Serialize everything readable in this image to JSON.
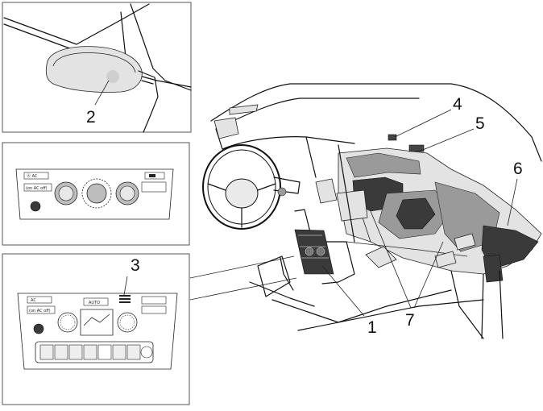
{
  "diagram": {
    "callouts": [
      {
        "id": "1",
        "label": "1"
      },
      {
        "id": "2",
        "label": "2"
      },
      {
        "id": "3",
        "label": "3"
      },
      {
        "id": "4",
        "label": "4"
      },
      {
        "id": "5",
        "label": "5"
      },
      {
        "id": "6",
        "label": "6"
      },
      {
        "id": "7",
        "label": "7"
      }
    ],
    "panel_labels": {
      "manual_ac_button": "Ⓐ AC",
      "auto_ac_button": "AC",
      "auto_button": "AUTO",
      "auto_ac_off_text": "(on AC off)",
      "manual_ac_off_text": "(on AC off)"
    }
  }
}
